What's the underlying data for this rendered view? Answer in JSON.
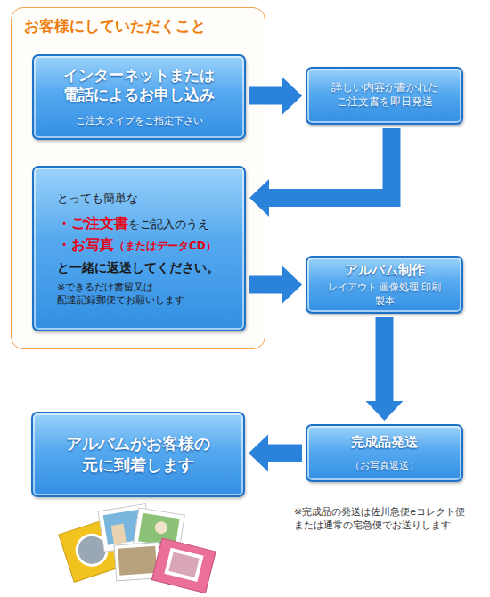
{
  "diagram": {
    "nodes": [
      {
        "text": [
          "お客様にしていただくこと"
        ]
      },
      {
        "text": [
          "インターネットまたは 電話によるお申し込み",
          "ご注文タイプをご指定下さい"
        ],
        "in": 0
      },
      {
        "text": [
          "詳しい内容が書かれた ご注文書を即日発送"
        ]
      },
      {
        "text": [
          "とっても簡単な",
          "・ご注文書",
          "をご記入のうえ",
          "・お写真",
          "（またはデータCD）",
          "と一緒に返送してください。",
          "※できるだけ書留又は 配達記録郵便でお願いします"
        ],
        "in": 0
      },
      {
        "text": [
          "アルバム制作",
          "レイアウト 画像処理 印刷 製本"
        ]
      },
      {
        "text": [
          "完成品発送",
          "（お写真返送）"
        ]
      },
      {
        "text": [
          "アルバムがお客様の 元に到着します"
        ]
      }
    ],
    "edges": [
      {
        "from": 1,
        "to": 2,
        "arrow": "to"
      },
      {
        "from": 2,
        "to": 3,
        "arrow": "to"
      },
      {
        "from": 3,
        "to": 4,
        "arrow": "to"
      },
      {
        "from": 4,
        "to": 5,
        "arrow": "to"
      },
      {
        "from": 5,
        "to": 6,
        "arrow": "to"
      }
    ],
    "labels": [
      "※完成品の発送は佐川急便eコレクト便 または通常の宅急便でお送りします"
    ]
  }
}
